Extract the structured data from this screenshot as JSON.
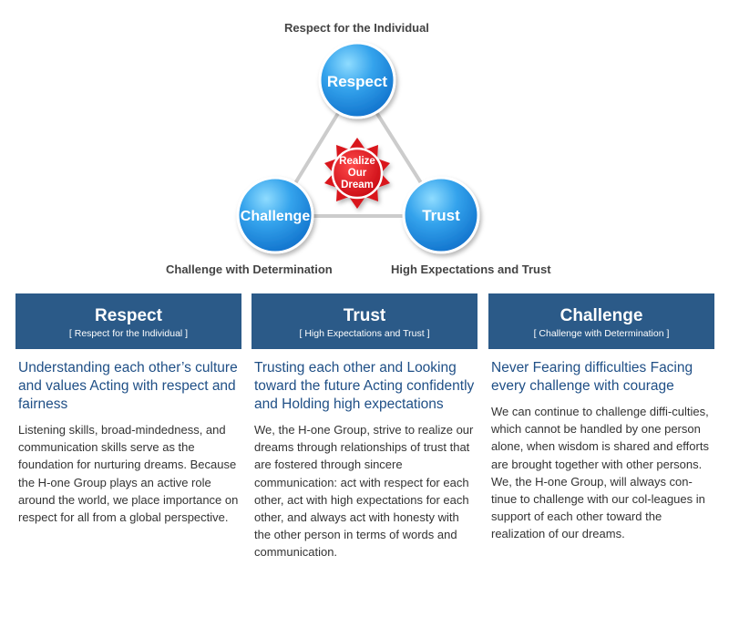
{
  "diagram": {
    "top_caption": "Respect for the Individual",
    "left_caption": "Challenge with Determination",
    "right_caption": "High Expectations and Trust",
    "nodes": {
      "respect": "Respect",
      "challenge": "Challenge",
      "trust": "Trust"
    },
    "center_badge": [
      "Realize",
      "Our",
      "Dream"
    ],
    "colors": {
      "circle": "#2a8fe0",
      "circle_light": "#7fd0ff",
      "badge_red": "#d9131c",
      "line": "#cccccc"
    }
  },
  "cards": [
    {
      "title": "Respect",
      "subtitle": "[ Respect for the Individual ]",
      "heading": "Understanding each other’s culture and values Acting with respect and fairness",
      "body": "Listening skills, broad-mindedness, and communication skills serve as the foundation for nurturing dreams. Because the H-one Group plays an active role around the world, we place importance on respect for all from a global perspective."
    },
    {
      "title": "Trust",
      "subtitle": "[ High Expectations and Trust ]",
      "heading": "Trusting each other and Looking toward the future Acting confidently and Holding high expectations",
      "body": "We, the H-one Group, strive to realize our dreams through relationships of trust that are fostered through sincere communication: act with respect for each other, act with high expectations for each other, and always act with honesty with the other person in terms of words and communication."
    },
    {
      "title": "Challenge",
      "subtitle": "[ Challenge with Determination ]",
      "heading": "Never Fearing difficulties Facing every challenge with courage",
      "body": "We can continue to challenge diffi-culties, which cannot be handled by one person alone, when wisdom is shared and efforts are brought together with other persons. We, the H-one Group, will always con-tinue to challenge with our col-leagues in support of each other toward the realization of our dreams."
    }
  ],
  "theme": {
    "header_bg": "#2b5a88",
    "heading_color": "#1f4f86"
  }
}
